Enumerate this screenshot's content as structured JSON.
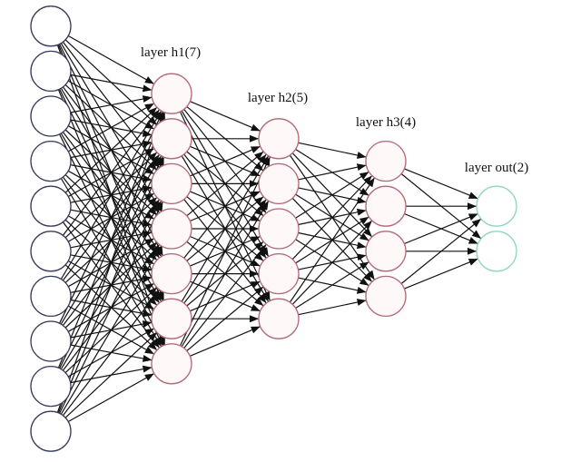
{
  "diagram": {
    "type": "feedforward-neural-network",
    "edge_style": "directed-arrow",
    "connectivity": "fully-connected-between-adjacent-layers",
    "layers": [
      {
        "id": "input",
        "label": "",
        "node_count": 10,
        "stroke": "#3a3a5a",
        "fill": "#ffffff"
      },
      {
        "id": "h1",
        "label": "layer h1(7)",
        "node_count": 7,
        "stroke": "#b36a78",
        "fill": "#fff8f8"
      },
      {
        "id": "h2",
        "label": "layer h2(5)",
        "node_count": 5,
        "stroke": "#b36a78",
        "fill": "#fff8f8"
      },
      {
        "id": "h3",
        "label": "layer h3(4)",
        "node_count": 4,
        "stroke": "#b36a78",
        "fill": "#fff8f8"
      },
      {
        "id": "out",
        "label": "layer out(2)",
        "node_count": 2,
        "stroke": "#8fd6c2",
        "fill": "#ffffff"
      }
    ],
    "edge_color": "#111111"
  }
}
